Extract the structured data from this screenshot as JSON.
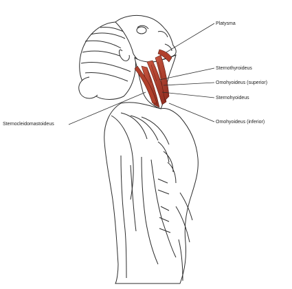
{
  "figure": {
    "subject": "Anatomical illustration of neck muscles on a figure with head tilted back",
    "accent_color": "#b8412f",
    "line_color": "#2b2b2b"
  },
  "labels": {
    "platysma": "Platysma",
    "sternothyroideus": "Sternothyroideus",
    "omohyoideus_superior": "Omohyoideus (superior)",
    "sternohyoideus": "Sternohyoideus",
    "omohyoideus_inferior": "Omohyoideus (inferior)",
    "sternocleidomastoideus": "Sternocleidomastoideus"
  }
}
